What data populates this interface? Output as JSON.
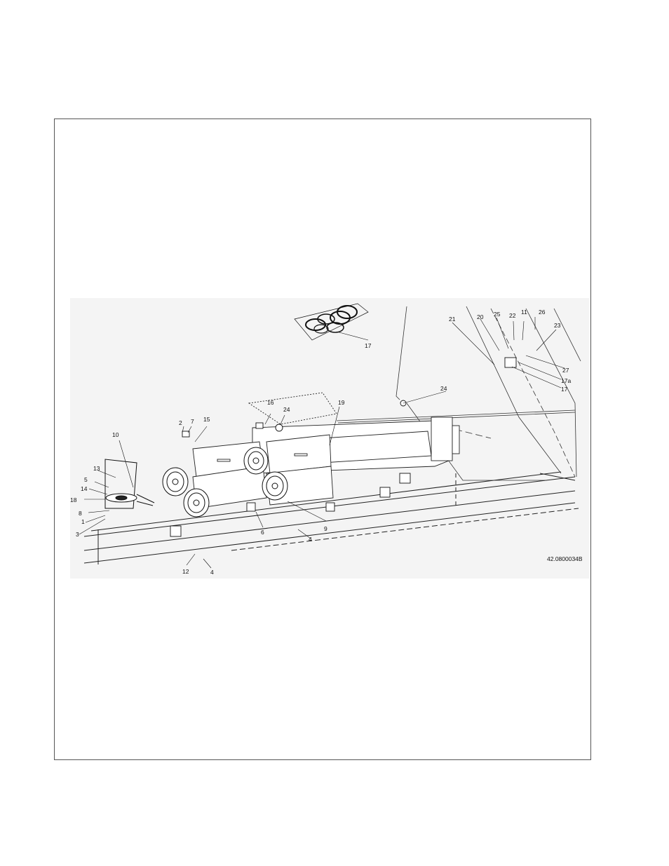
{
  "figure": {
    "reference": "42.0800034B",
    "callouts": [
      "1",
      "2",
      "3",
      "4",
      "4",
      "4",
      "5",
      "6",
      "7",
      "8",
      "9",
      "10",
      "11",
      "12",
      "13",
      "14",
      "15",
      "16",
      "17",
      "17a",
      "17b",
      "18",
      "19",
      "20",
      "21",
      "22",
      "23",
      "24",
      "24",
      "25",
      "26",
      "27"
    ]
  }
}
